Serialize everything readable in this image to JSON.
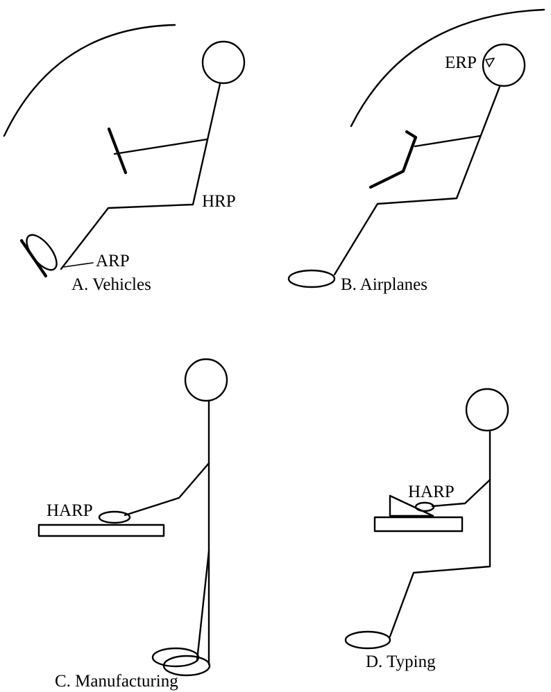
{
  "panels": {
    "vehicles": {
      "caption": "A. Vehicles",
      "labels": {
        "hrp": "HRP",
        "arp": "ARP"
      }
    },
    "airplanes": {
      "caption": "B. Airplanes",
      "labels": {
        "erp": "ERP"
      }
    },
    "manufacturing": {
      "caption": "C. Manufacturing",
      "labels": {
        "harp": "HARP"
      }
    },
    "typing": {
      "caption": "D. Typing",
      "labels": {
        "harp": "HARP"
      }
    }
  }
}
